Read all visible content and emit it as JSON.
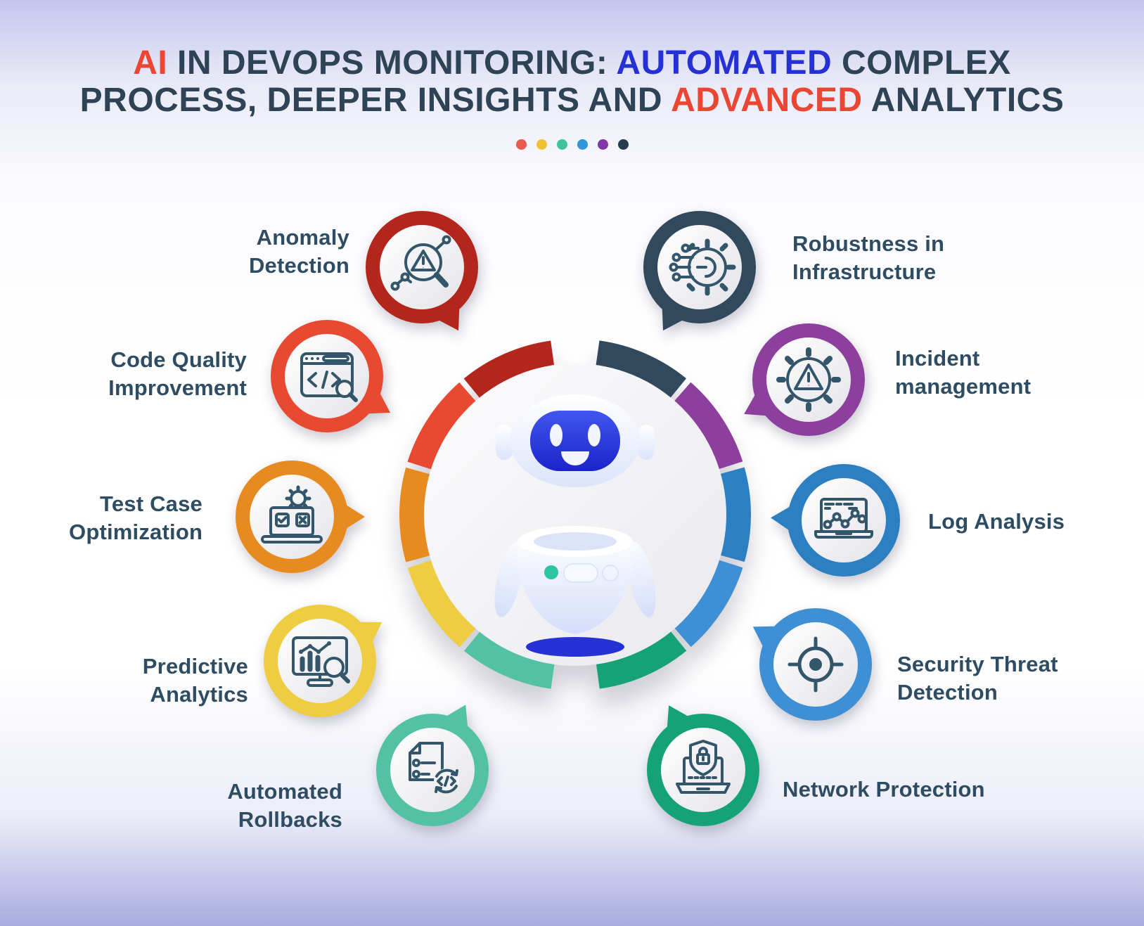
{
  "title": {
    "line1": [
      {
        "text": "AI ",
        "color": "#e94734"
      },
      {
        "text": "IN DEVOPS MONITORING: ",
        "color": "#2e4355"
      },
      {
        "text": "AUTOMATED",
        "color": "#2531d3"
      },
      {
        "text": " COMPLEX",
        "color": "#2e4355"
      }
    ],
    "line2": [
      {
        "text": "PROCESS, DEEPER INSIGHTS AND ",
        "color": "#2e4355"
      },
      {
        "text": "ADVANCED",
        "color": "#e94734"
      },
      {
        "text": " ANALYTICS",
        "color": "#2e4355"
      }
    ]
  },
  "divider_dots": [
    "#e85a50",
    "#efc233",
    "#3ec39e",
    "#2f96d8",
    "#8237a6",
    "#263d50"
  ],
  "badges": [
    {
      "id": "anomaly-detection",
      "label": "Anomaly Detection",
      "color": "#b3261c",
      "icon": "magnifier-warning-chart-icon"
    },
    {
      "id": "code-quality-improvement",
      "label": "Code Quality Improvement",
      "color": "#e84a31",
      "icon": "code-window-magnifier-icon"
    },
    {
      "id": "test-case-optimization",
      "label": "Test Case Optimization",
      "color": "#e78a20",
      "icon": "laptop-gear-checklist-icon"
    },
    {
      "id": "predictive-analytics",
      "label": "Predictive Analytics",
      "color": "#eecd42",
      "icon": "monitor-chart-magnifier-icon"
    },
    {
      "id": "automated-rollbacks",
      "label": "Automated Rollbacks",
      "color": "#53c1a4",
      "icon": "document-code-refresh-icon"
    },
    {
      "id": "robustness-in-infrastructure",
      "label": "Robustness in Infrastructure",
      "color": "#30495c",
      "icon": "gear-circuit-icon"
    },
    {
      "id": "incident-management",
      "label": "Incident management",
      "color": "#8d3f9d",
      "icon": "gear-warning-icon"
    },
    {
      "id": "log-analysis",
      "label": "Log Analysis",
      "color": "#2c7fc0",
      "icon": "laptop-line-chart-icon"
    },
    {
      "id": "security-threat-detection",
      "label": "Security Threat Detection",
      "color": "#3e8fd3",
      "icon": "crosshair-target-icon"
    },
    {
      "id": "network-protection",
      "label": "Network Protection",
      "color": "#16a277",
      "icon": "laptop-shield-lock-icon"
    }
  ],
  "center_ring_segment_colors": [
    "#30495c",
    "#8d3f9d",
    "#2c7fc0",
    "#3e8fd3",
    "#16a277",
    "#53c1a4",
    "#eecd42",
    "#e78a20",
    "#e84a31",
    "#b3261c"
  ],
  "robot": {
    "name": "ai-robot-illustration",
    "face_color": "#2230cd",
    "chest_dot_color": "#2bc5a5",
    "hover_shadow_color": "#2531d4"
  }
}
